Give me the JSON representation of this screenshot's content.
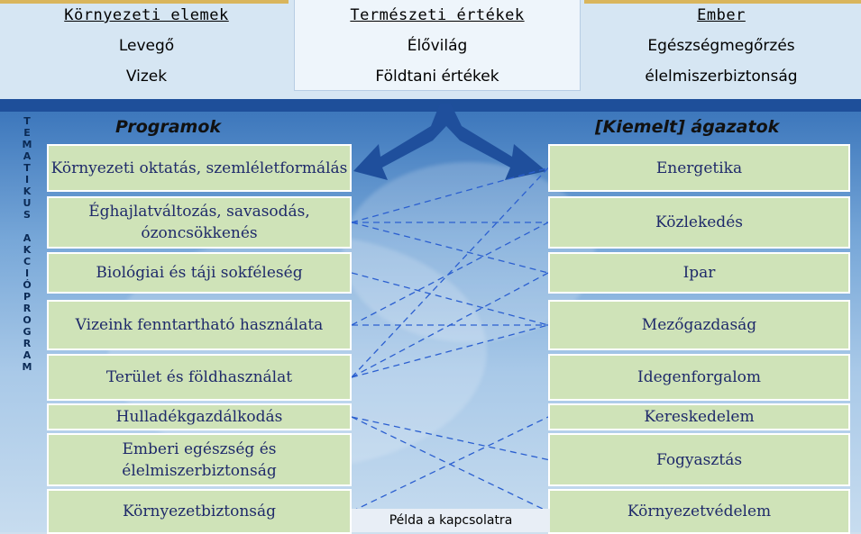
{
  "top": {
    "left": {
      "heading": "Környezeti elemek",
      "items": [
        "Levegő",
        "Vizek"
      ]
    },
    "middle": {
      "heading": "Természeti értékek",
      "items": [
        "Élővilág",
        "Földtani értékek"
      ]
    },
    "right": {
      "heading": "Ember",
      "items": [
        "Egészségmegőrzés",
        "élelmiszerbiztonság"
      ]
    }
  },
  "side_letters": [
    "T",
    "E",
    "M",
    "A",
    "T",
    "I",
    "K",
    "U",
    "S",
    "",
    "A",
    "K",
    "C",
    "I",
    "Ó",
    "P",
    "R",
    "O",
    "G",
    "R",
    "A",
    "M"
  ],
  "programs_title": "Programok",
  "sectors_title": "[Kiemelt] ágazatok",
  "programs": [
    {
      "label": "Környezeti oktatás, szemléletformálás"
    },
    {
      "label": "Éghajlatváltozás, savasodás, ózoncsökkenés"
    },
    {
      "label": "Biológiai és táji sokféleség"
    },
    {
      "label": "Vizeink fenntartható használata"
    },
    {
      "label": "Terület és földhasználat"
    },
    {
      "label": "Hulladékgazdálkodás"
    },
    {
      "label": "Emberi egészség és élelmiszerbiztonság"
    },
    {
      "label": "Környezetbiztonság"
    }
  ],
  "sectors": [
    {
      "label": "Energetika"
    },
    {
      "label": "Közlekedés"
    },
    {
      "label": "Ipar"
    },
    {
      "label": "Mezőgazdaság"
    },
    {
      "label": "Idegenforgalom"
    },
    {
      "label": "Kereskedelem"
    },
    {
      "label": "Fogyasztás"
    },
    {
      "label": "Környezetvédelem"
    }
  ],
  "connections": [
    [
      1,
      0
    ],
    [
      1,
      1
    ],
    [
      1,
      2
    ],
    [
      2,
      3
    ],
    [
      3,
      1
    ],
    [
      3,
      3
    ],
    [
      4,
      0
    ],
    [
      4,
      2
    ],
    [
      4,
      3
    ],
    [
      5,
      6
    ],
    [
      5,
      7
    ],
    [
      7,
      5
    ]
  ],
  "caption": "Példa a kapcsolatra",
  "colors": {
    "box": "#cfe3b8",
    "arrow": "#1f4f9c",
    "line": "#2b5fd0"
  }
}
